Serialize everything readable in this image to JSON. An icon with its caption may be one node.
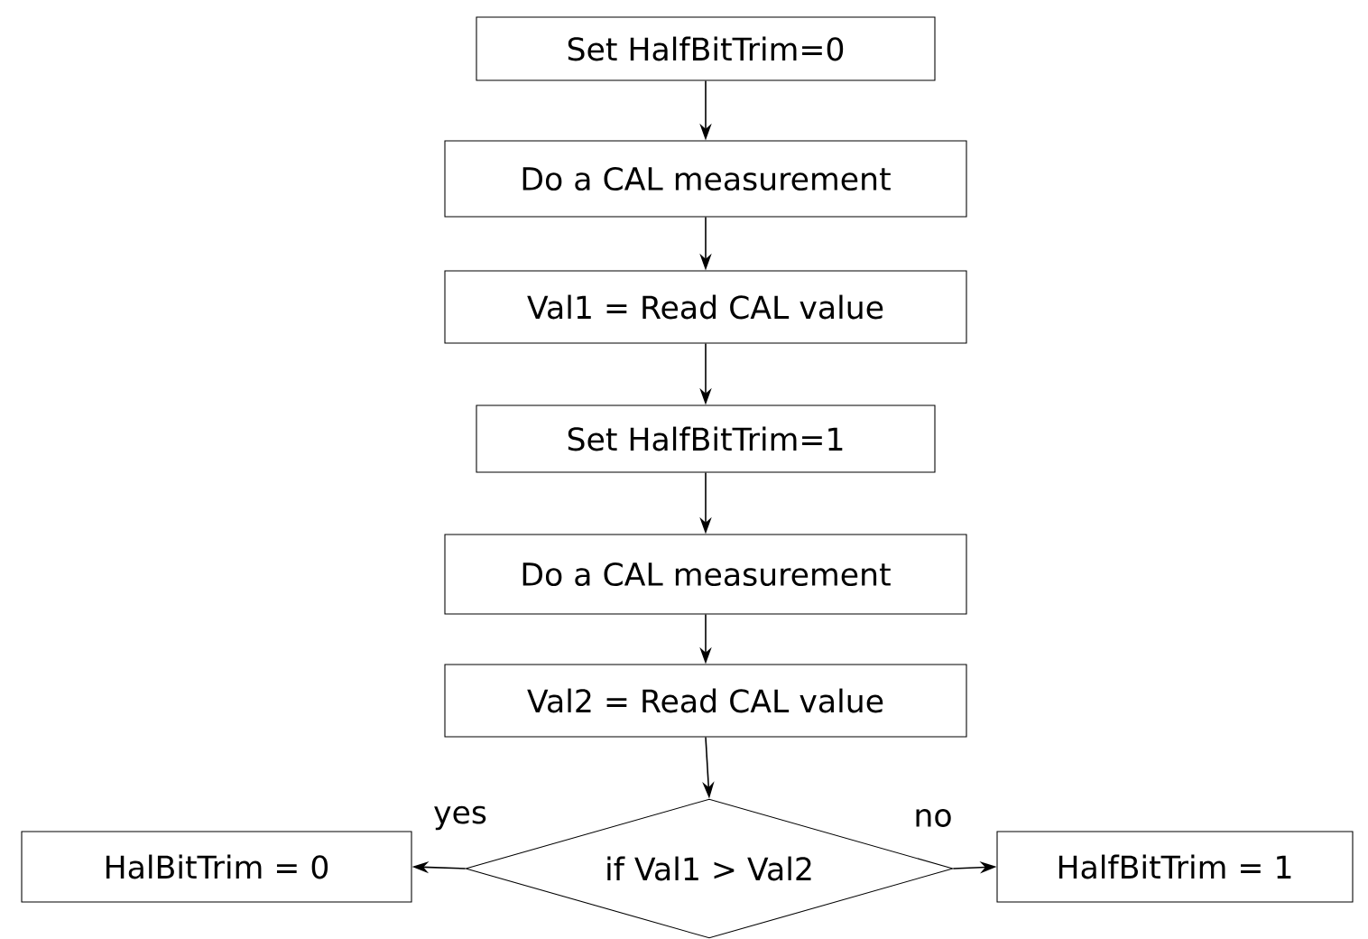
{
  "diagram": {
    "nodes": [
      {
        "text": [
          "Set HalfBitTrim=0"
        ]
      },
      {
        "text": [
          "Do a CAL measurement"
        ]
      },
      {
        "text": [
          "Val1 = Read CAL value"
        ]
      },
      {
        "text": [
          "Set HalfBitTrim=1"
        ]
      },
      {
        "text": [
          "Do a CAL measurement"
        ]
      },
      {
        "text": [
          "Val2 = Read CAL value"
        ]
      },
      {
        "text": [
          "if Val1 > Val2"
        ]
      },
      {
        "text": [
          "HalBitTrim = 0"
        ]
      },
      {
        "text": [
          "HalfBitTrim = 1"
        ]
      }
    ],
    "edges": [
      {
        "from": 0,
        "to": 1,
        "arrow": "to"
      },
      {
        "from": 1,
        "to": 2,
        "arrow": "to"
      },
      {
        "from": 2,
        "to": 3,
        "arrow": "to"
      },
      {
        "from": 3,
        "to": 4,
        "arrow": "to"
      },
      {
        "from": 4,
        "to": 5,
        "arrow": "to"
      },
      {
        "from": 5,
        "to": 6,
        "arrow": "to"
      },
      {
        "from": 6,
        "to": 7,
        "arrow": "to",
        "label": "yes"
      },
      {
        "from": 6,
        "to": 8,
        "arrow": "to",
        "label": "no"
      }
    ]
  }
}
